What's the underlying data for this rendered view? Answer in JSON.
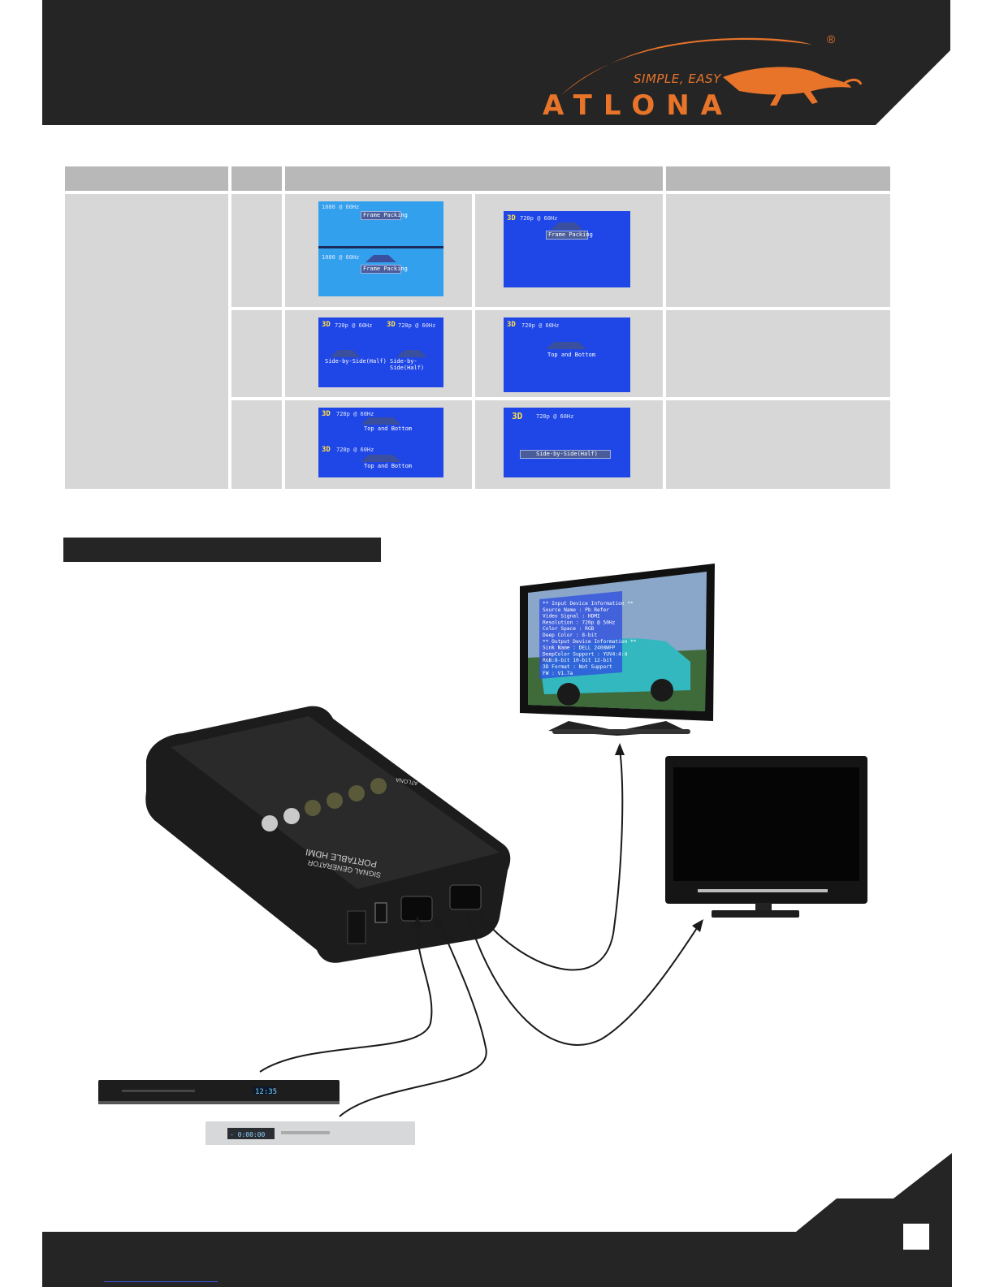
{
  "brand": {
    "tagline": "SIMPLE, EASY",
    "name": "ATLONA",
    "registered": "®"
  },
  "colors": {
    "header_dark": "#252525",
    "brand_orange": "#e8742a",
    "table_header": "#b8b8b8",
    "table_cell": "#d7d7d7",
    "screen_blue": "#1f46e6"
  },
  "thumbs": {
    "r1_left_a_label": "1080 @ 60Hz",
    "r1_left_a_box": "Frame Packing",
    "r1_left_b_label": "1080 @ 60Hz",
    "r1_left_b_box": "Frame Packing",
    "r1_right_mode": "3D",
    "r1_right_label": "720p @ 60Hz",
    "r1_right_box": "Frame Packing",
    "r2_left_mode_a": "3D",
    "r2_left_label_a": "720p @ 60Hz",
    "r2_left_mode_b": "3D",
    "r2_left_label_b": "720p @ 60Hz",
    "r2_left_box_a": "Side-by-Side(Half)",
    "r2_left_box_b": "Side-by-Side(Half)",
    "r2_right_mode": "3D",
    "r2_right_label": "720p @ 60Hz",
    "r2_right_box": "Top and Bottom",
    "r3_left_mode_a": "3D",
    "r3_left_label_a": "720p @ 60Hz",
    "r3_left_box_a": "Top and Bottom",
    "r3_left_mode_b": "3D",
    "r3_left_label_b": "720p @ 60Hz",
    "r3_left_box_b": "Top and Bottom",
    "r3_right_mode": "3D",
    "r3_right_label": "720p @ 60Hz",
    "r3_right_box": "Side-by-Side(Half)"
  },
  "tv_osd": {
    "lines": [
      "** Input Device Information **",
      "Source Name  : Pb Refer",
      "Video Signal : HDMI",
      "Resolution   : 720p @ 50Hz",
      "Color Space  : RGB",
      "Deep Color   : 8-bit",
      "** Output Device Information **",
      "Sink Name    : DELL 2408WFP",
      "DeepColor Support : YUV4:4:4",
      "RGB:8-bit  10-bit  12-bit",
      "3D Format    : Not Support",
      "FW : V1.7a"
    ]
  },
  "devices": {
    "generator_label_a": "PORTABLE HDMI",
    "generator_label_b": "SIGNAL GENERATOR",
    "generator_brand": "ATLONA",
    "player1_display": "12:35",
    "player2_display": "- 0:00:00"
  }
}
